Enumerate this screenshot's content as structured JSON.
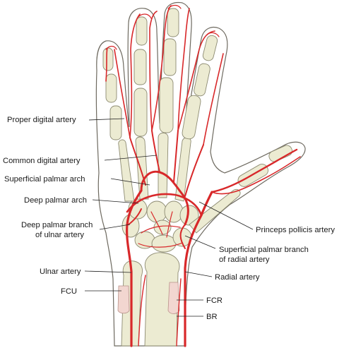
{
  "labels": {
    "proper_digital": "Proper digital artery",
    "common_digital": "Common digital artery",
    "superficial_arch": "Superficial palmar arch",
    "deep_arch": "Deep palmar arch",
    "deep_branch_ulnar_1": "Deep palmar branch",
    "deep_branch_ulnar_2": "of ulnar artery",
    "ulnar_artery": "Ulnar artery",
    "fcu": "FCU",
    "princeps": "Princeps pollicis artery",
    "superficial_branch_radial_1": "Superficial palmar branch",
    "superficial_branch_radial_2": "of radial artery",
    "radial_artery": "Radial artery",
    "fcr": "FCR",
    "br": "BR"
  },
  "colors": {
    "artery": "#d8282a",
    "bone": "#ecebd2",
    "outline": "#6e6a60",
    "tendon": "#f2d6d0"
  }
}
